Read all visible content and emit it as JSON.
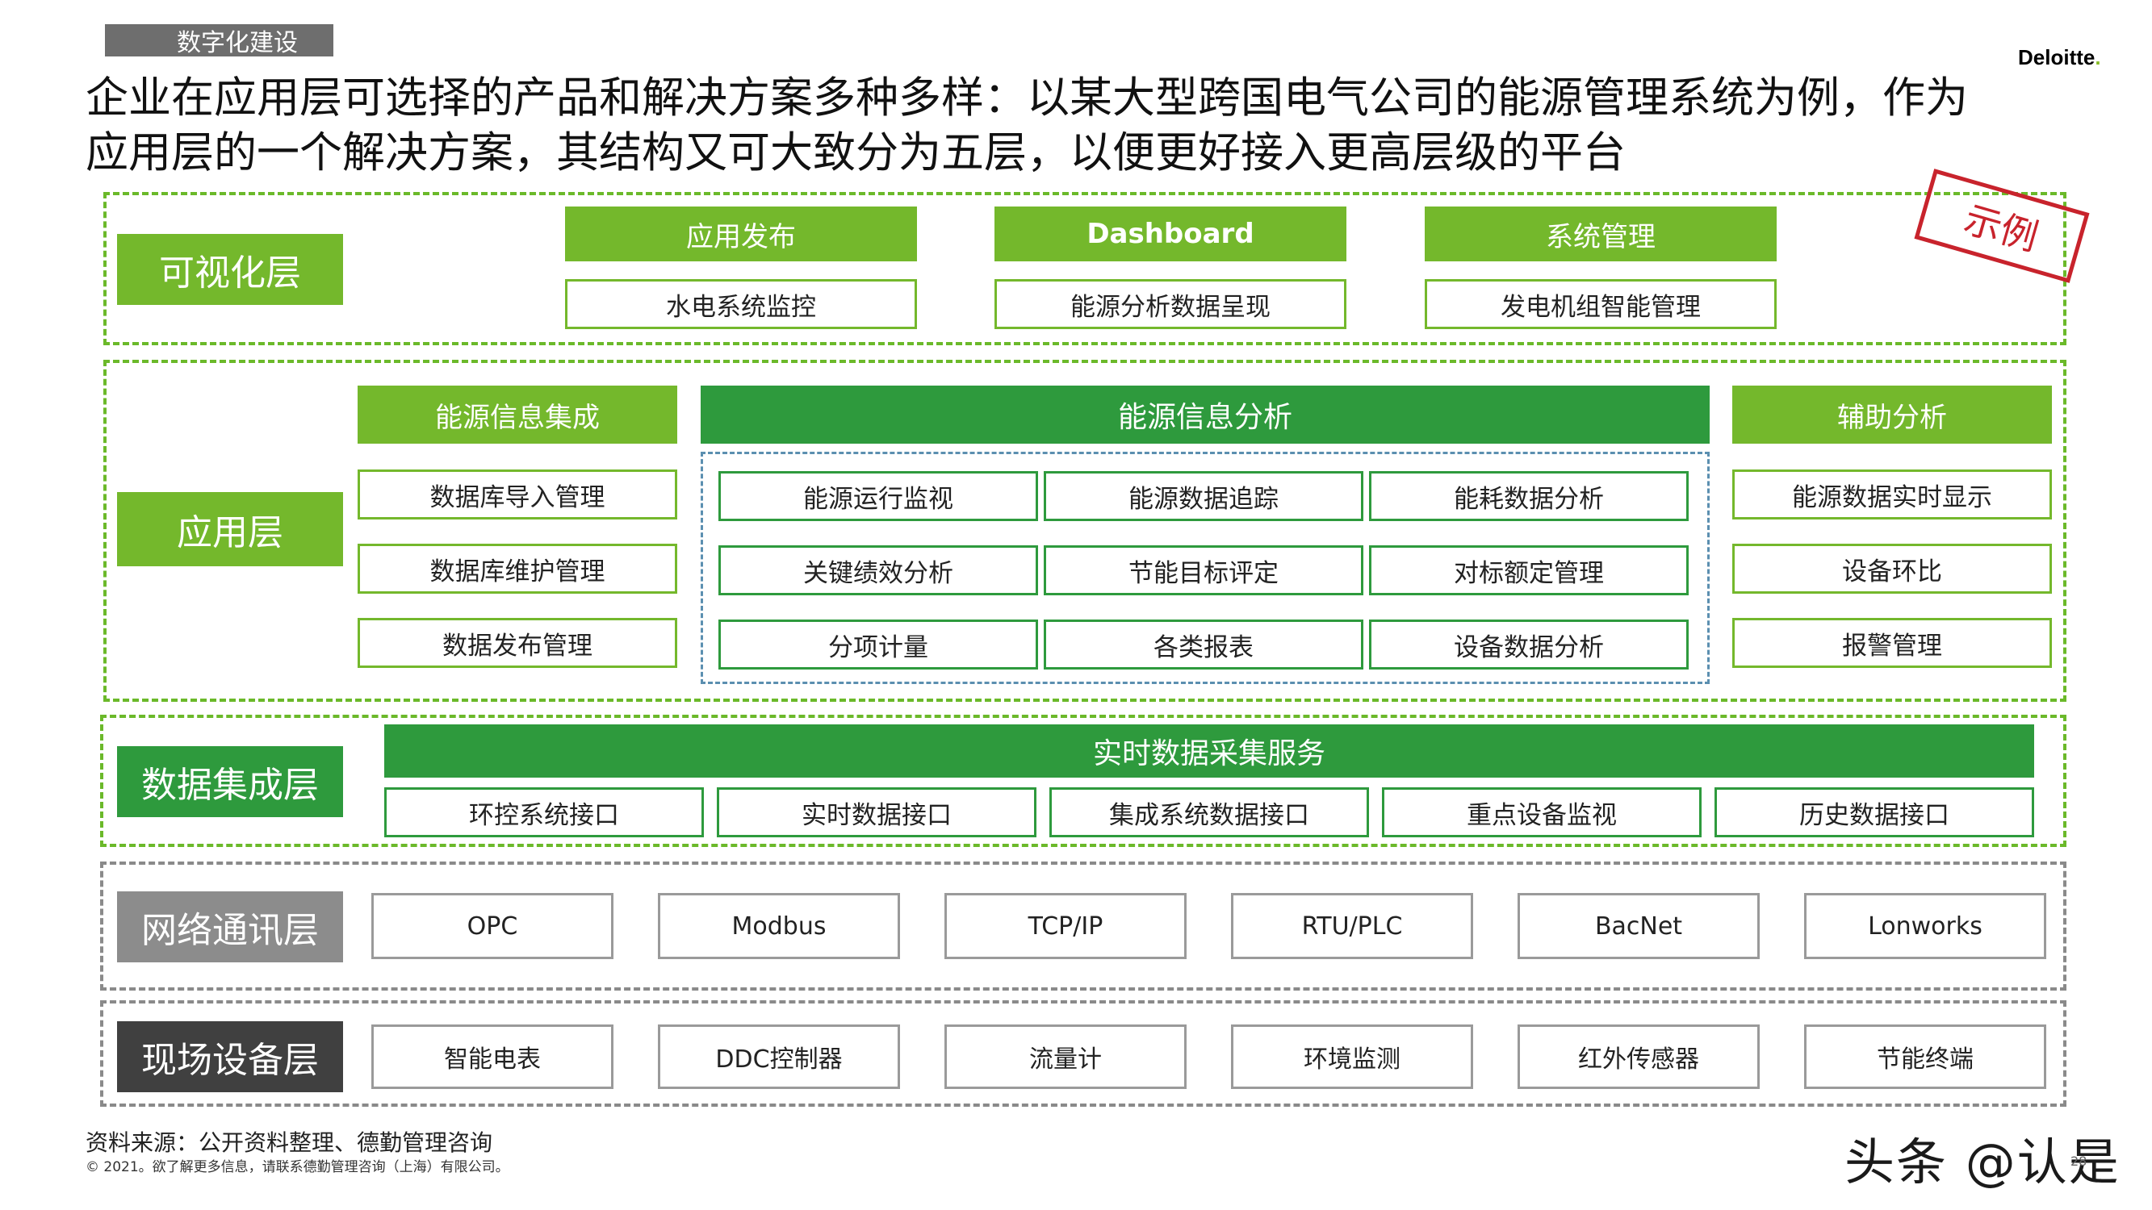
{
  "header": {
    "tag": "数字化建设",
    "title_line1": "企业在应用层可选择的产品和解决方案多种多样：以某大型跨国电气公司的能源管理系统为例，作为",
    "title_line2": "应用层的一个解决方案，其结构又可大致分为五层，以便更好接入更高层级的平台",
    "logo_text": "Deloitte",
    "logo_dot": "."
  },
  "stamp": "示例",
  "visual_layer": {
    "label": "可视化层",
    "columns": [
      {
        "head": "应用发布",
        "item": "水电系统监控"
      },
      {
        "head": "Dashboard",
        "item": "能源分析数据呈现"
      },
      {
        "head": "系统管理",
        "item": "发电机组智能管理"
      }
    ]
  },
  "app_layer": {
    "label": "应用层",
    "integration": {
      "head": "能源信息集成",
      "items": [
        "数据库导入管理",
        "数据库维护管理",
        "数据发布管理"
      ]
    },
    "analysis": {
      "head": "能源信息分析",
      "items": [
        "能源运行监视",
        "能源数据追踪",
        "能耗数据分析",
        "关键绩效分析",
        "节能目标评定",
        "对标额定管理",
        "分项计量",
        "各类报表",
        "设备数据分析"
      ]
    },
    "assist": {
      "head": "辅助分析",
      "items": [
        "能源数据实时显示",
        "设备环比",
        "报警管理"
      ]
    }
  },
  "data_layer": {
    "label": "数据集成层",
    "head": "实时数据采集服务",
    "items": [
      "环控系统接口",
      "实时数据接口",
      "集成系统数据接口",
      "重点设备监视",
      "历史数据接口"
    ]
  },
  "network_layer": {
    "label": "网络通讯层",
    "items": [
      "OPC",
      "Modbus",
      "TCP/IP",
      "RTU/PLC",
      "BacNet",
      "Lonworks"
    ]
  },
  "field_layer": {
    "label": "现场设备层",
    "items": [
      "智能电表",
      "DDC控制器",
      "流量计",
      "环境监测",
      "红外传感器",
      "节能终端"
    ]
  },
  "footer": {
    "source": "资料来源：公开资料整理、德勤管理咨询",
    "copyright": "© 2021。欲了解更多信息，请联系德勤管理咨询（上海）有限公司。",
    "watermark": "头条 @认是",
    "page": "28"
  },
  "colors": {
    "light_green": "#74b82c",
    "dark_green": "#2e9a3d",
    "gray": "#8c8c8c",
    "dark_gray": "#404040",
    "stamp_red": "#c8232c",
    "dash_blue": "#5b8fb0"
  }
}
